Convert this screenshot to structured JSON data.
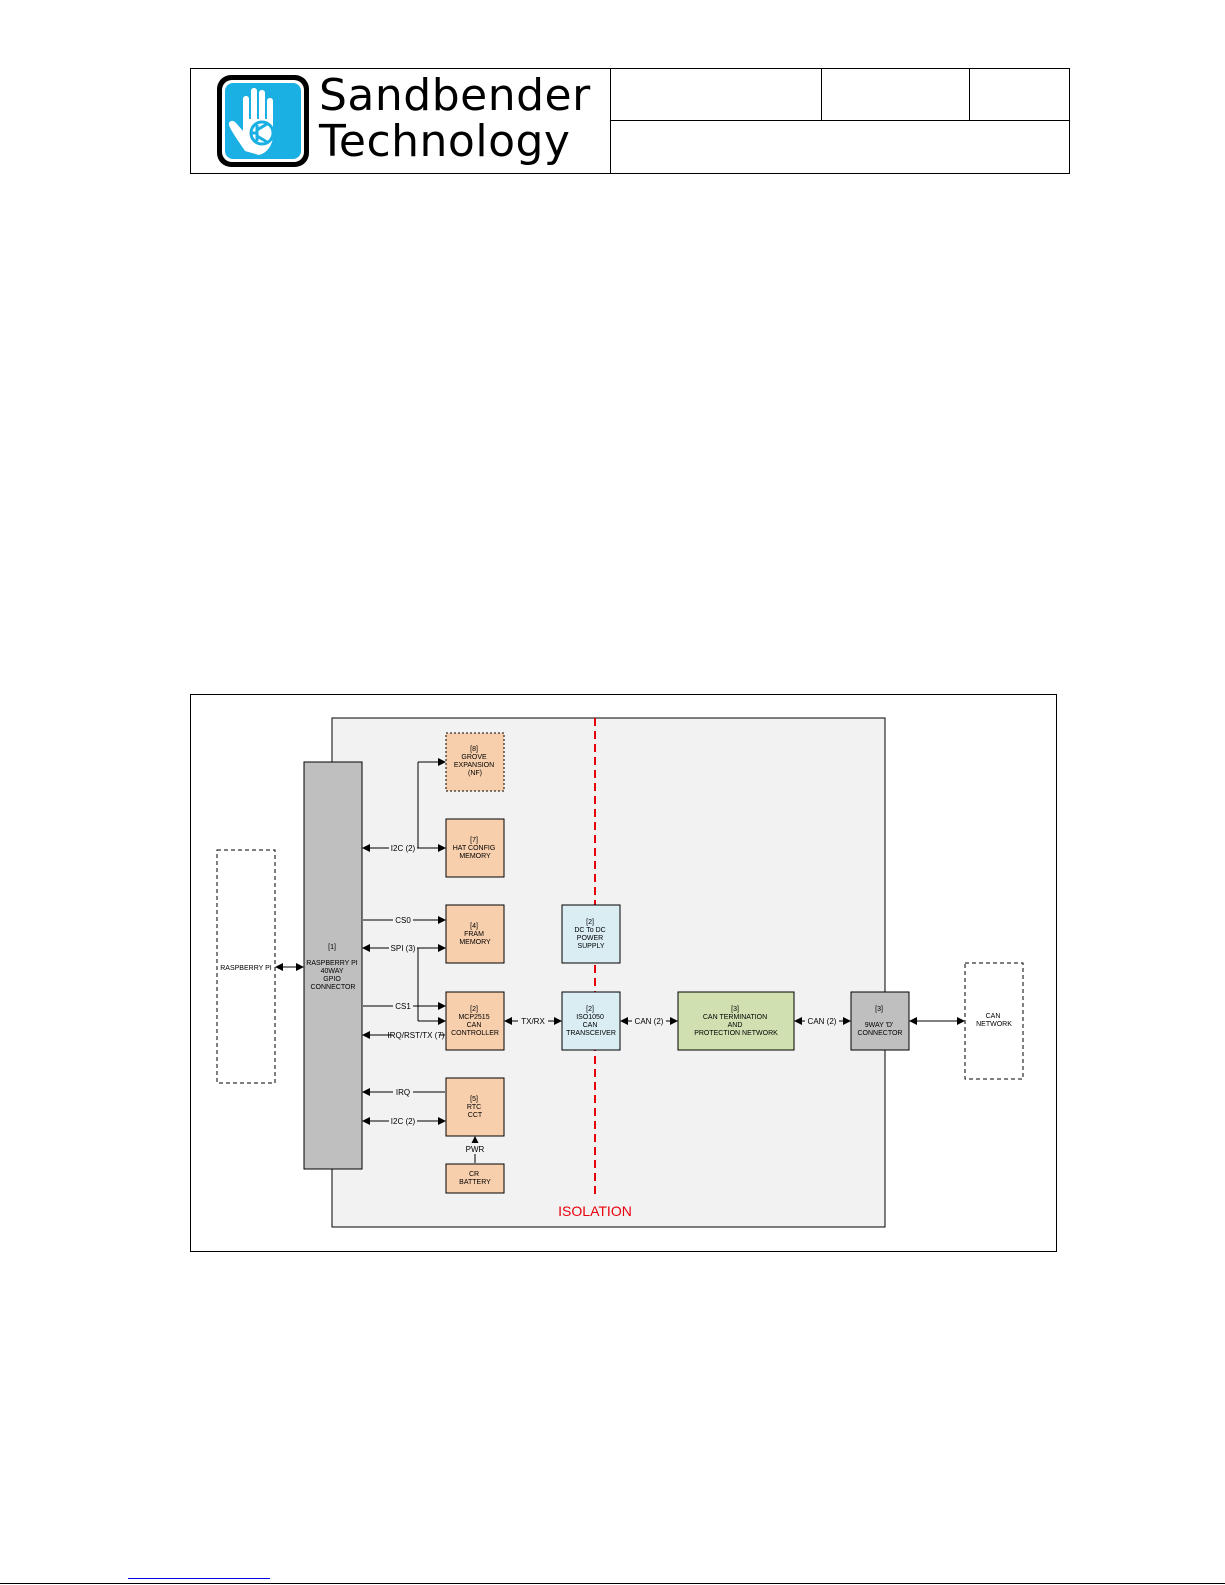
{
  "header": {
    "company_line1": "Sandbender",
    "company_line2": "Technology",
    "colors": {
      "logo_blue": "#1ab0e3",
      "logo_frame": "#000000"
    }
  },
  "diagram": {
    "colors": {
      "peripheral": "#f8cfac",
      "isolated": "#d9edf3",
      "termination": "#d0e0b0",
      "connector": "#bfbfbf",
      "background_panel": "#f2f2f2",
      "isolation_line": "#e8000b"
    },
    "blocks": {
      "raspberry_pi": "RASPBERRY PI",
      "gpio": [
        "[1]",
        "RASPBERRY PI",
        "40WAY",
        "GPIO",
        "CONNECTOR"
      ],
      "grove": [
        "[8]",
        "GROVE",
        "EXPANSION",
        "(NF)"
      ],
      "hat_config": [
        "[7]",
        "HAT CONFIG",
        "MEMORY"
      ],
      "fram": [
        "[4]",
        "FRAM",
        "MEMORY"
      ],
      "mcp2515": [
        "[2]",
        "MCP2515",
        "CAN",
        "CONTROLLER"
      ],
      "rtc": [
        "[5]",
        "RTC",
        "CCT"
      ],
      "battery": [
        "CR",
        "BATTERY"
      ],
      "dcdc": [
        "[2]",
        "DC To DC",
        "POWER",
        "SUPPLY"
      ],
      "iso1050": [
        "[2]",
        "ISO1050",
        "CAN",
        "TRANSCEIVER"
      ],
      "termination": [
        "[3]",
        "CAN TERMINATION",
        "AND",
        "PROTECTION NETWORK"
      ],
      "dsub": [
        "[3]",
        "9WAY 'D'",
        "CONNECTOR"
      ],
      "can_network": [
        "CAN",
        "NETWORK"
      ]
    },
    "signals": {
      "i2c_top": "I2C (2)",
      "cs0": "CS0",
      "spi": "SPI (3)",
      "cs1": "CS1",
      "irq_rst": "IRQ/RST/TX (7)",
      "irq": "IRQ",
      "i2c_bottom": "I2C (2)",
      "pwr": "PWR",
      "txrx": "TX/RX",
      "can_a": "CAN (2)",
      "can_b": "CAN (2)"
    },
    "isolation_label": "ISOLATION"
  }
}
